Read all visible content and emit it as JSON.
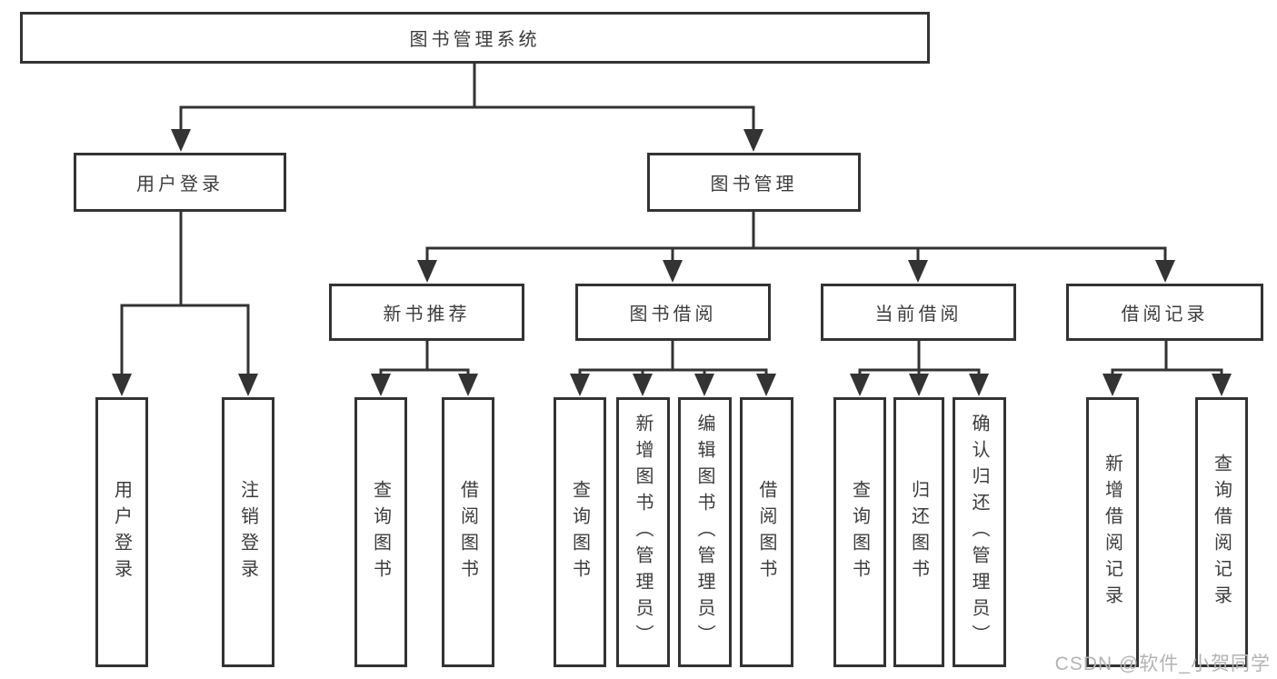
{
  "colors": {
    "line": "#333333",
    "text": "#3c3c3c",
    "watermark": "#b3b3b3",
    "background": "#ffffff"
  },
  "watermark": "CSDN @软件_小贺同学",
  "tree": {
    "root": "图书管理系统",
    "branches": [
      {
        "label": "用户登录",
        "children": [
          "用户登录",
          "注销登录"
        ]
      },
      {
        "label": "图书管理",
        "groups": [
          {
            "label": "新书推荐",
            "children": [
              "查询图书",
              "借阅图书"
            ]
          },
          {
            "label": "图书借阅",
            "children": [
              "查询图书",
              "新增图书（管理员）",
              "编辑图书（管理员）",
              "借阅图书"
            ]
          },
          {
            "label": "当前借阅",
            "children": [
              "查询图书",
              "归还图书",
              "确认归还（管理员）"
            ]
          },
          {
            "label": "借阅记录",
            "children": [
              "新增借阅记录",
              "查询借阅记录"
            ]
          }
        ]
      }
    ]
  }
}
